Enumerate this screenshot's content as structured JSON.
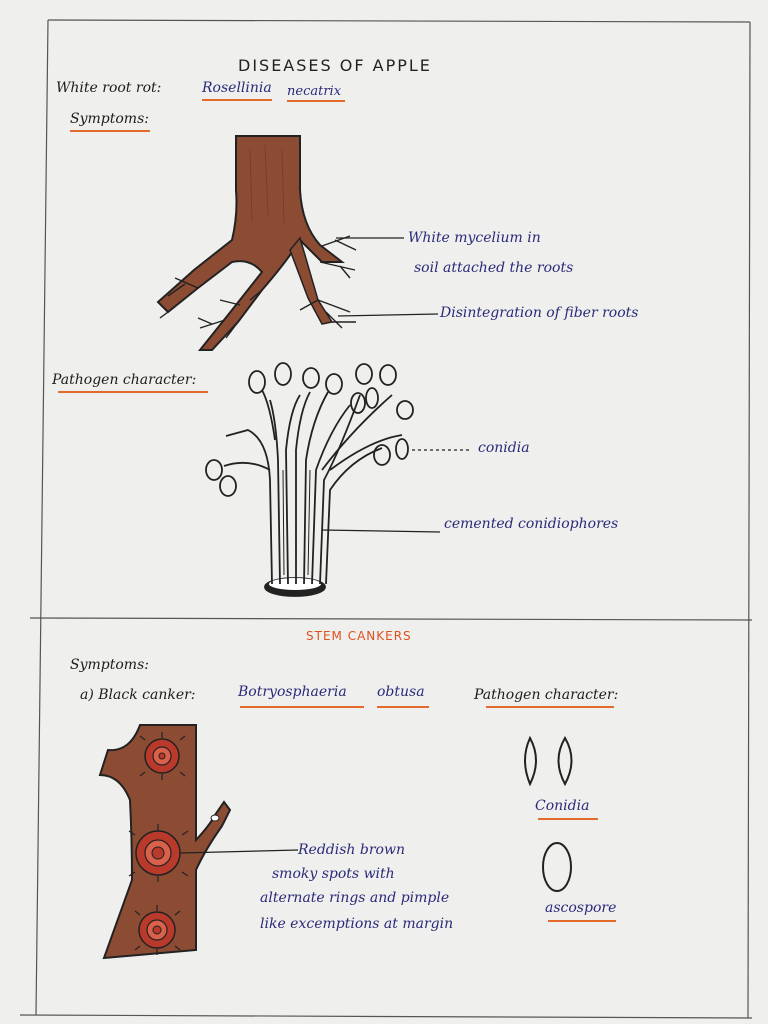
{
  "title": "DISEASES OF APPLE",
  "section1": {
    "heading_label": "White root rot:",
    "pathogen_genus": "Rosellinia",
    "pathogen_species": "necatrix",
    "symptoms_label": "Symptoms:",
    "label_mycelium_line1": "White mycelium in",
    "label_mycelium_line2": "soil attached the roots",
    "label_disintegration": "Disintegration of fiber roots",
    "pathogen_character_label": "Pathogen character:",
    "label_conidia": "conidia",
    "label_conidiophores": "cemented conidiophores"
  },
  "section2": {
    "heading": "STEM CANKERS",
    "symptoms_label": "Symptoms:",
    "item_prefix": "a) Black canker:",
    "pathogen_genus": "Botryosphaeria",
    "pathogen_species": "obtusa",
    "pathogen_character_label": "Pathogen character:",
    "label_conidia": "Conidia",
    "label_ascospore": "ascospore",
    "lesion_line1": "Reddish brown",
    "lesion_line2": "smoky spots with",
    "lesion_line3": "alternate rings and pimple",
    "lesion_line4": "like excemptions at margin"
  },
  "colors": {
    "ink_blue": "#2a2a7a",
    "underline_orange": "#e36a2a",
    "bark_brown": "#8a4a36",
    "canker_red": "#c0392b",
    "paper": "#efefed"
  }
}
